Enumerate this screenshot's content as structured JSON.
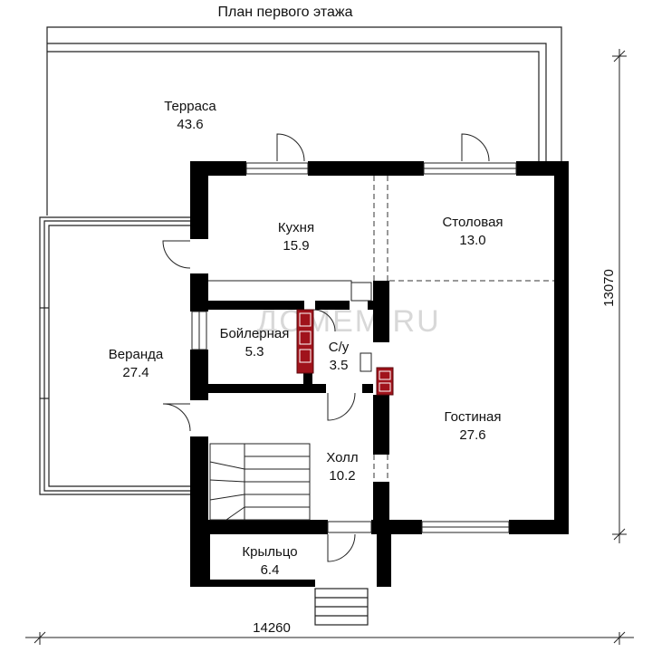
{
  "title": "План первого этажа",
  "watermark": "ДОМЕМ.RU",
  "rooms": [
    {
      "id": "terrace",
      "name": "Терраса",
      "area": "43.6"
    },
    {
      "id": "kitchen",
      "name": "Кухня",
      "area": "15.9"
    },
    {
      "id": "dining",
      "name": "Столовая",
      "area": "13.0"
    },
    {
      "id": "veranda",
      "name": "Веранда",
      "area": "27.4"
    },
    {
      "id": "boiler",
      "name": "Бойлерная",
      "area": "5.3"
    },
    {
      "id": "wc",
      "name": "С/у",
      "area": "3.5"
    },
    {
      "id": "living",
      "name": "Гостиная",
      "area": "27.6"
    },
    {
      "id": "hall",
      "name": "Холл",
      "area": "10.2"
    },
    {
      "id": "porch",
      "name": "Крыльцо",
      "area": "6.4"
    }
  ],
  "dimensions": {
    "width": "14260",
    "height": "13070"
  },
  "colors": {
    "wall": "#000000",
    "chimney": "#a0131b",
    "line": "#333333"
  }
}
